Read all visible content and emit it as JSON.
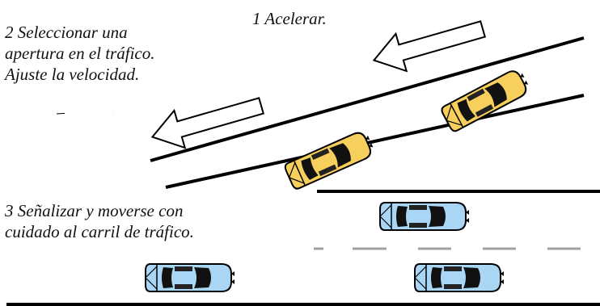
{
  "labels": {
    "step1": "1 Acelerar.",
    "step2": [
      "2 Seleccionar una",
      "apertura en el tráfico.",
      "Ajuste la velocidad."
    ],
    "step3": [
      "3 Señalizar y moverse con",
      "cuidado al carril de tráfico."
    ]
  },
  "colors": {
    "merging_car": "#f6cf5c",
    "highway_car": "#a9d6f5",
    "road_line": "#000000",
    "lane_dash": "#a0a0a0",
    "arrow_outline": "#000000"
  },
  "icons": {
    "arrow": "left-arrow-icon",
    "merging_car": "yellow-car-icon",
    "highway_car": "blue-car-icon"
  }
}
